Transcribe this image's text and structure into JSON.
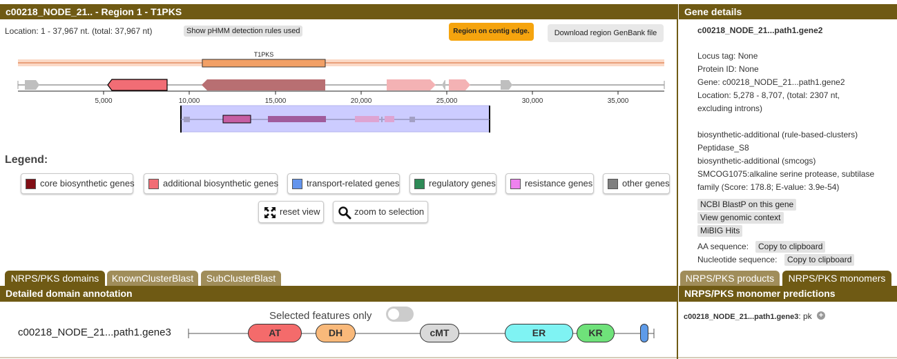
{
  "region": {
    "title": "c00218_NODE_21.. - Region 1 - T1PKS",
    "location_text": "Location: 1 - 37,967 nt. (total: 37,967 nt)",
    "rules_button": "Show pHMM detection rules used",
    "edge_button": "Region on contig edge.",
    "download_button": "Download region GenBank file",
    "protocluster_label": "T1PKS",
    "axis_ticks": [
      "5,000",
      "10,000",
      "15,000",
      "20,000",
      "25,000",
      "30,000",
      "35,000"
    ],
    "legend_title": "Legend:",
    "legend": [
      {
        "label": "core biosynthetic genes",
        "color": "#810e15"
      },
      {
        "label": "additional biosynthetic genes",
        "color": "#f16d75"
      },
      {
        "label": "transport-related genes",
        "color": "#6495ed"
      },
      {
        "label": "regulatory genes",
        "color": "#2e8b57"
      },
      {
        "label": "resistance genes",
        "color": "#ee82ee"
      },
      {
        "label": "other genes",
        "color": "#808080"
      }
    ],
    "reset_view": "reset view",
    "zoom_to_selection": "zoom to selection"
  },
  "gene_details": {
    "header": "Gene details",
    "name": "c00218_NODE_21...path1.gene2",
    "locus_tag": "Locus tag: None",
    "protein_id": "Protein ID: None",
    "gene": "Gene: c00218_NODE_21...path1.gene2",
    "location_1": "Location: 5,278 - 8,707, (total: 2307 nt,",
    "location_2": "excluding introns)",
    "func_1": "biosynthetic-additional (rule-based-clusters)",
    "func_2": "Peptidase_S8",
    "func_3": "biosynthetic-additional (smcogs)",
    "func_4": "SMCOG1075:alkaline serine protease, subtilase",
    "func_5": "family (Score: 178.8; E-value: 3.9e-54)",
    "blastp": "NCBI BlastP on this gene",
    "genomic_context": "View genomic context",
    "mibig": "MiBIG Hits",
    "aa_label": "AA sequence:",
    "nt_label": "Nucleotide sequence:",
    "copy": "Copy to clipboard"
  },
  "tabs_left": [
    "NRPS/PKS domains",
    "KnownClusterBlast",
    "SubClusterBlast"
  ],
  "tabs_right": [
    "NRPS/PKS products",
    "NRPS/PKS monomers"
  ],
  "domains": {
    "header": "Detailed domain annotation",
    "selected_only": "Selected features only",
    "gene_label": "c00218_NODE_21...path1.gene3",
    "items": [
      {
        "label": "AT",
        "color": "#f46b6b"
      },
      {
        "label": "DH",
        "color": "#f9b97a"
      },
      {
        "label": "cMT",
        "color": "#d9d9d9"
      },
      {
        "label": "ER",
        "color": "#7ff3f3"
      },
      {
        "label": "KR",
        "color": "#6fe27a"
      }
    ],
    "acp_color": "#5e9be9"
  },
  "monomers": {
    "header": "NRPS/PKS monomer predictions",
    "gene": "c00218_NODE_21...path1.gene3",
    "prediction": "pk"
  },
  "colors": {
    "header_bg": "#6f5a14",
    "tab_inactive": "#a08d5a",
    "edge_orange": "#f5a40e",
    "selection_blue": "#ccccff",
    "protocluster": "#f2a066"
  }
}
